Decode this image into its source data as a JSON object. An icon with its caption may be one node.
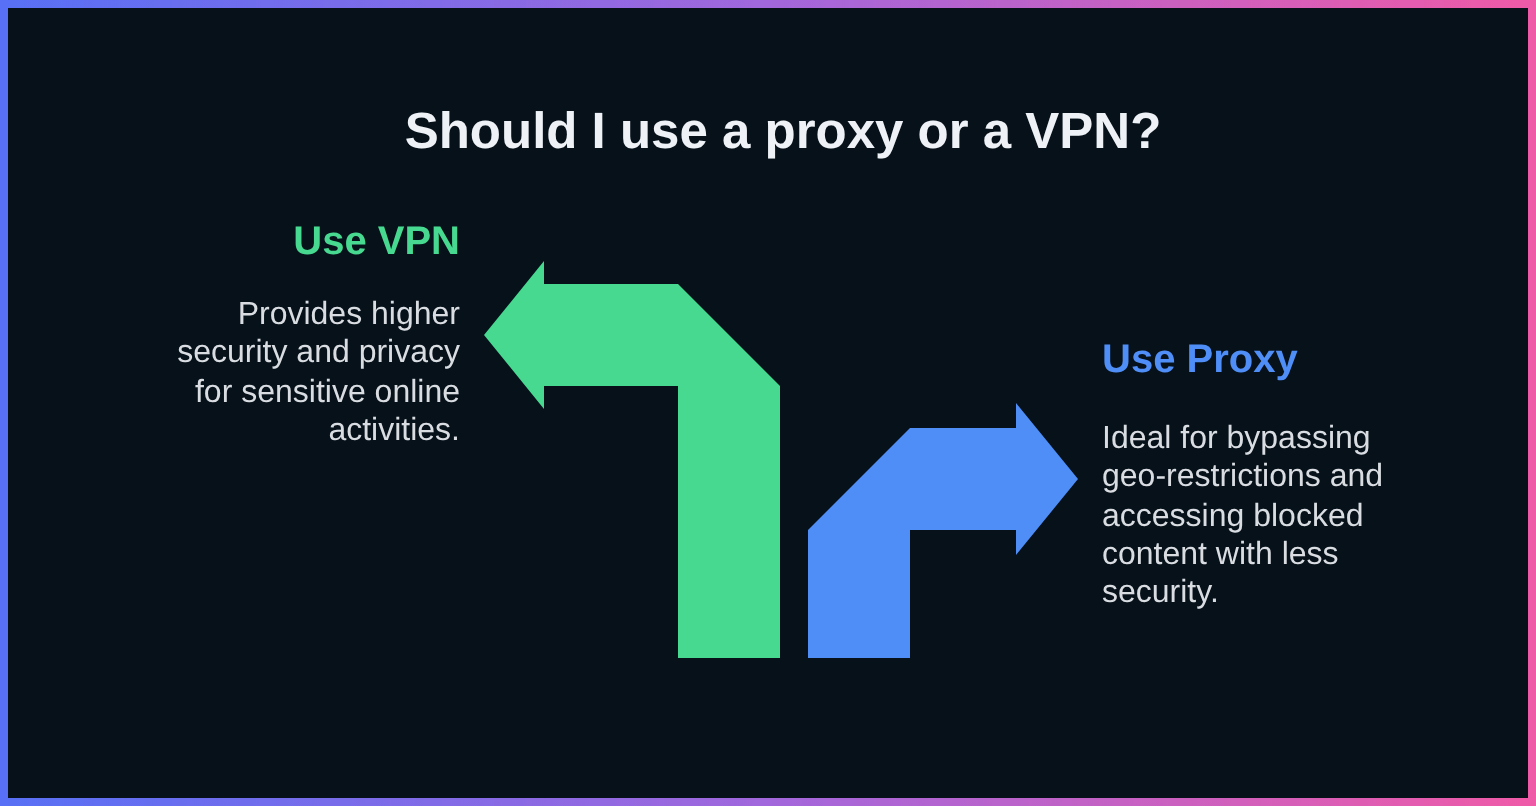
{
  "diagram": {
    "title": "Should I use a proxy or a VPN?",
    "nodes": [
      {
        "text": [
          "Use VPN",
          "Provides higher security and privacy for sensitive online activities."
        ]
      },
      {
        "text": [
          "Use Proxy",
          "Ideal for bypassing geo-restrictions and accessing blocked content with less security."
        ]
      }
    ],
    "edges": [
      {
        "from": null,
        "to": 0,
        "arrow": "to",
        "style": "thick",
        "color": "#46d98f"
      },
      {
        "from": null,
        "to": 1,
        "arrow": "to",
        "style": "thick",
        "color": "#4f8ef6"
      }
    ]
  }
}
